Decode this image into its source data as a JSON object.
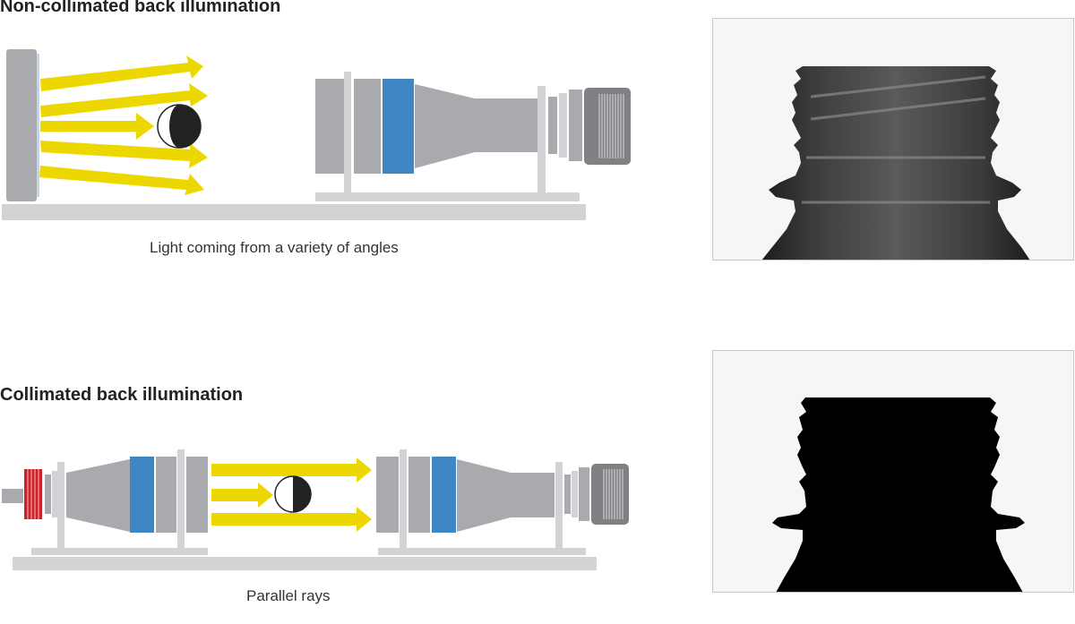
{
  "top_section": {
    "title": "Non-collimated back illumination",
    "caption": "Light coming from a variety of angles"
  },
  "bottom_section": {
    "title": "Collimated back illumination",
    "caption": "Parallel rays"
  },
  "colors": {
    "ray_yellow": "#ecd800",
    "lens_blue": "#3f86c5",
    "housing_gray": "#a9aaad",
    "rail_gray": "#d2d3d5",
    "emitter_red": "#cc2229"
  }
}
